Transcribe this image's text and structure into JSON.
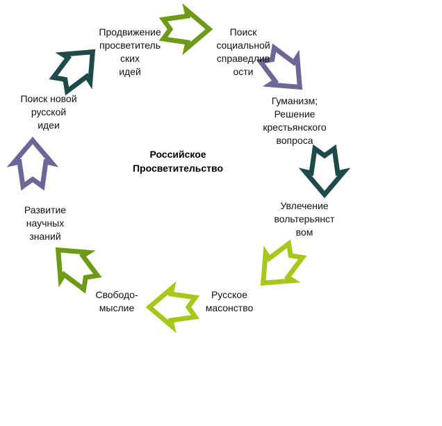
{
  "title": "Российское\nПросветительство",
  "colors": {
    "green": "#6e9a18",
    "lime": "#a5c81a",
    "purple": "#6b6898",
    "teal": "#1e4a4a"
  },
  "nodes": [
    {
      "label": "Продвижение\nпросветитель\nских\nидей"
    },
    {
      "label": "Поиск\nсоциальной\nсправедлив\nости"
    },
    {
      "label": "Гуманизм;\nРешение\nкрестьянского\nвопроса"
    },
    {
      "label": "Увлечение\nвольтерьянст\nвом"
    },
    {
      "label": "Русское\nмасонство"
    },
    {
      "label": "Свободо-\nмыслие"
    },
    {
      "label": "Развитие\nнаучных\nзнаний"
    },
    {
      "label": "Поиск новой\nрусской\nидеи"
    }
  ],
  "arrows": [
    {
      "color": "green",
      "direction": "right"
    },
    {
      "color": "purple",
      "direction": "down-right"
    },
    {
      "color": "teal",
      "direction": "down"
    },
    {
      "color": "lime",
      "direction": "down-left"
    },
    {
      "color": "lime",
      "direction": "left"
    },
    {
      "color": "green",
      "direction": "up-left"
    },
    {
      "color": "purple",
      "direction": "up"
    },
    {
      "color": "teal",
      "direction": "up-right"
    }
  ]
}
